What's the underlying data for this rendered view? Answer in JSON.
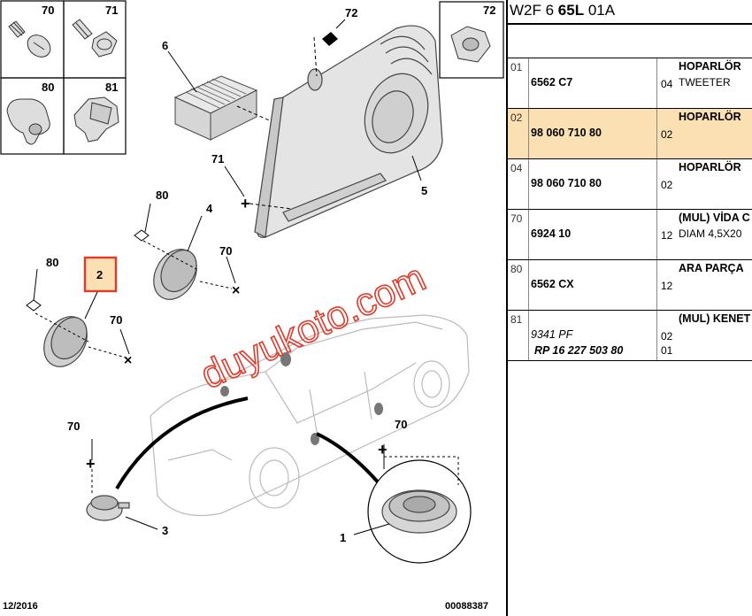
{
  "diagram": {
    "thumbs": [
      {
        "num": "70",
        "icon": "screw-icon"
      },
      {
        "num": "71",
        "icon": "flange-screw-icon"
      },
      {
        "num": "80",
        "icon": "rivet-icon"
      },
      {
        "num": "81",
        "icon": "clip-fastener-icon"
      },
      {
        "num": "72",
        "icon": "nut-icon"
      }
    ],
    "callouts": {
      "c6": "6",
      "c72": "72",
      "c71": "71",
      "c5": "5",
      "c80a": "80",
      "c4": "4",
      "c70a": "70",
      "c80b": "80",
      "c2": "2",
      "c70b": "70",
      "c70c": "70",
      "c70d": "70",
      "c3": "3",
      "c1": "1"
    },
    "footer_left": "12/2016",
    "footer_right": "00088387",
    "watermark": "duyukoto.com"
  },
  "header": {
    "part1": "W2F 6 ",
    "part2": "65L",
    "part3": " 01A"
  },
  "rows": [
    {
      "idx": "01",
      "ref": "6562 C7",
      "qty": "04",
      "name": "HOPARLÖR",
      "desc": "TWEETER",
      "highlight": false
    },
    {
      "idx": "02",
      "ref": "98 060 710 80",
      "qty": "02",
      "name": "HOPARLÖR",
      "desc": "",
      "highlight": true
    },
    {
      "idx": "04",
      "ref": "98 060 710 80",
      "qty": "02",
      "name": "HOPARLÖR",
      "desc": "",
      "highlight": false
    },
    {
      "idx": "70",
      "ref": "6924 10",
      "qty": "12",
      "name": "(MUL) VİDA C",
      "desc": "DIAM 4,5X20",
      "highlight": false
    },
    {
      "idx": "80",
      "ref": "6562 CX",
      "qty": "12",
      "name": "ARA PARÇA",
      "desc": "",
      "highlight": false
    },
    {
      "idx": "81",
      "ref": "9341 PF",
      "ref2": "RP 16 227 503 80",
      "qty": "02",
      "qty2": "01",
      "name": "(MUL) KENET",
      "desc": "",
      "highlight": false
    }
  ],
  "colors": {
    "highlight": "#fbe0b4",
    "callout_box": "#e03a2a",
    "watermark": "#e03a2a"
  }
}
